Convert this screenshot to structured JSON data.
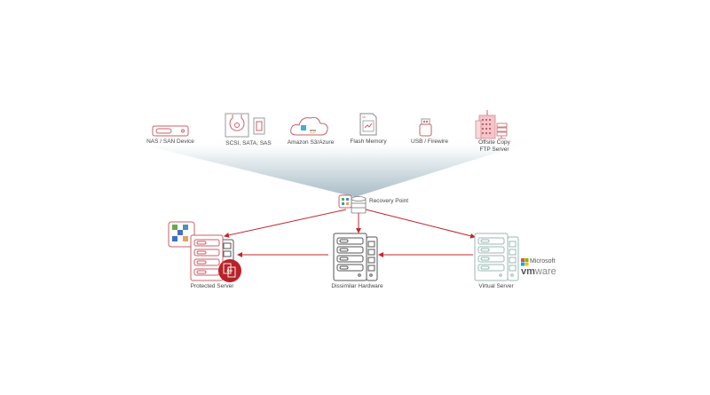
{
  "colors": {
    "accent": "#c0272d",
    "icon_stroke": "#c9606a",
    "server_gray": "#555555",
    "virtual_teal": "#9ab8b4",
    "fan_top": "#ffffff",
    "fan_bottom": "#b7c7cf"
  },
  "storage_targets": [
    {
      "id": "nas",
      "label": "NAS / SAN Device",
      "icon": "nas-device-icon"
    },
    {
      "id": "scsi",
      "label": "SCSI, SATA, SAS",
      "icon": "hard-disk-icon"
    },
    {
      "id": "cloud",
      "label": "Amazon S3/Azure",
      "icon": "cloud-icon"
    },
    {
      "id": "flash",
      "label": "Flash Memory",
      "icon": "flash-card-icon"
    },
    {
      "id": "usb",
      "label": "USB / Firewire",
      "icon": "usb-drive-icon"
    },
    {
      "id": "offsite",
      "label_line1": "Offsite Copy",
      "label_line2": "FTP Server",
      "icon": "offsite-building-icon"
    }
  ],
  "recovery_point": {
    "label": "Recovery Point"
  },
  "servers": {
    "protected": {
      "label": "Protected Server"
    },
    "dissimilar": {
      "label": "Dissimilar Hardware"
    },
    "virtual": {
      "label": "Virtual Server"
    }
  },
  "vendors": {
    "microsoft": "Microsoft",
    "vmware_vm": "vm",
    "vmware_ware": "ware"
  }
}
